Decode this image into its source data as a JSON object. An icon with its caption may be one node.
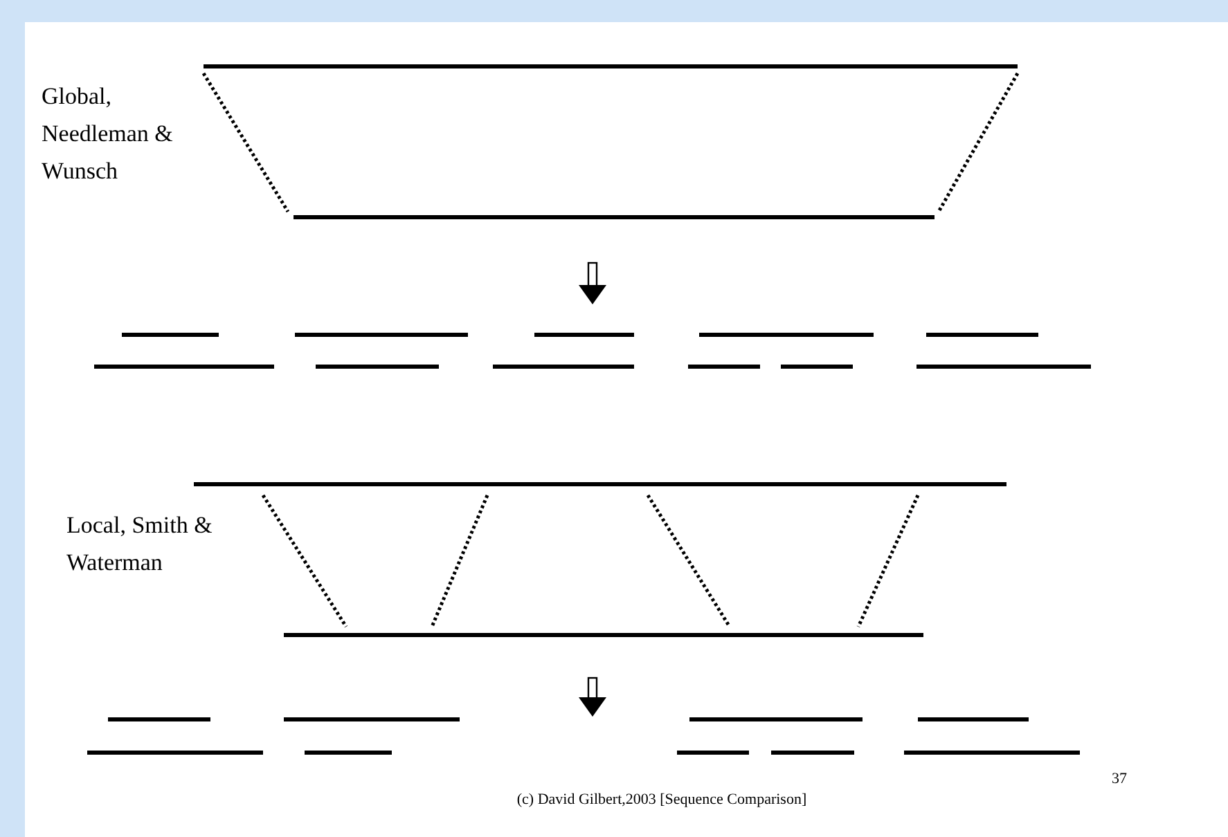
{
  "diagram": {
    "labels": [
      "Global, Needleman & Wunsch",
      "Local, Smith & Waterman",
      "37",
      "(c) David Gilbert,2003 [Sequence Comparison]"
    ]
  }
}
